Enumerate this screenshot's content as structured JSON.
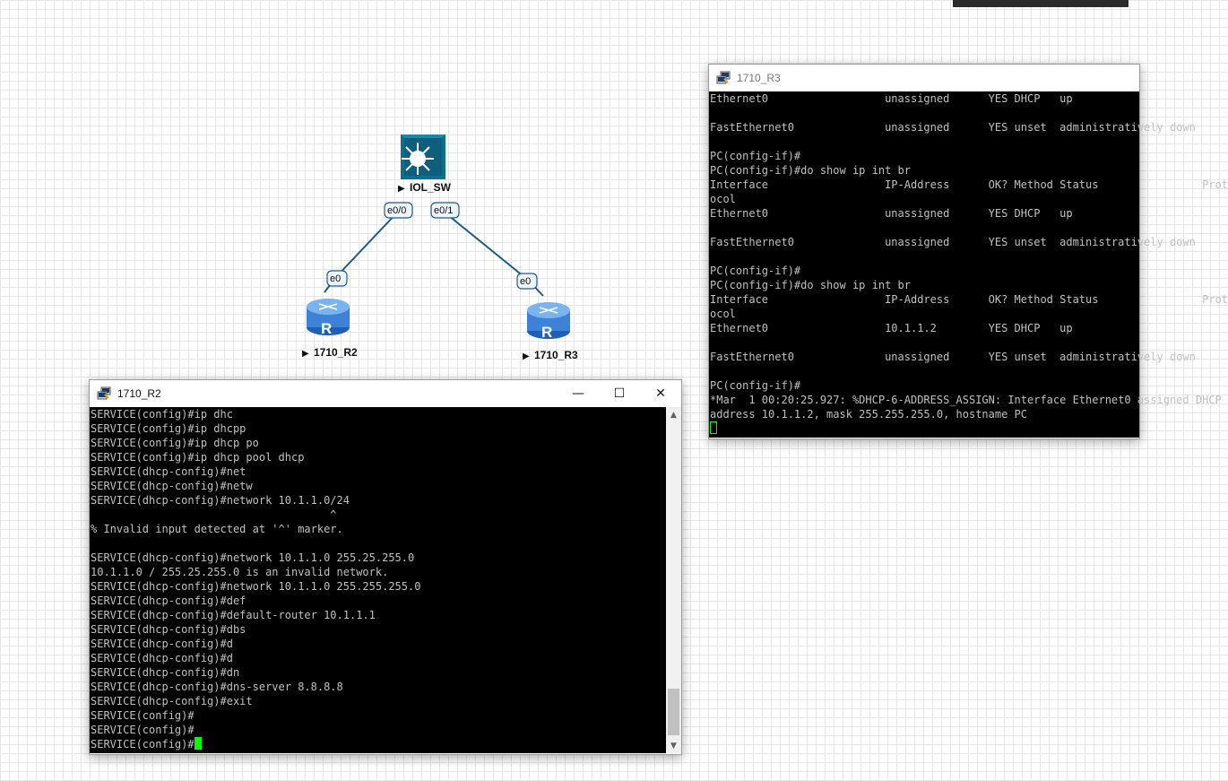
{
  "topology": {
    "nodes": {
      "switch": {
        "label": "IOL_SW",
        "icon": "multilayer-switch-icon"
      },
      "r2": {
        "label": "1710_R2",
        "icon": "router-icon"
      },
      "r3": {
        "label": "1710_R3",
        "icon": "router-icon"
      }
    },
    "ports": {
      "sw_e00": "e0/0",
      "sw_e01": "e0/1",
      "r2_e0": "e0",
      "r3_e0": "e0"
    },
    "router_glyph": "R",
    "link_color": "#1f5a85"
  },
  "windows": {
    "r2": {
      "title": "1710_R2",
      "controls": {
        "minimize": "—",
        "maximize": "☐",
        "close": "✕"
      },
      "lines": [
        "SERVICE(config)#ip dhc",
        "SERVICE(config)#ip dhcpp",
        "SERVICE(config)#ip dhcp po",
        "SERVICE(config)#ip dhcp pool dhcp",
        "SERVICE(dhcp-config)#net",
        "SERVICE(dhcp-config)#netw",
        "SERVICE(dhcp-config)#network 10.1.1.0/24",
        "                                     ^",
        "% Invalid input detected at '^' marker.",
        "",
        "SERVICE(dhcp-config)#network 10.1.1.0 255.25.255.0",
        "10.1.1.0 / 255.25.255.0 is an invalid network.",
        "SERVICE(dhcp-config)#network 10.1.1.0 255.255.255.0",
        "SERVICE(dhcp-config)#def",
        "SERVICE(dhcp-config)#default-router 10.1.1.1",
        "SERVICE(dhcp-config)#dbs",
        "SERVICE(dhcp-config)#d",
        "SERVICE(dhcp-config)#d",
        "SERVICE(dhcp-config)#dn",
        "SERVICE(dhcp-config)#dns-server 8.8.8.8",
        "SERVICE(dhcp-config)#exit",
        "SERVICE(config)#",
        "SERVICE(config)#"
      ],
      "prompt": "SERVICE(config)#"
    },
    "r3": {
      "title": "1710_R3",
      "lines": [
        "Ethernet0                  unassigned      YES DHCP   up",
        "",
        "FastEthernet0              unassigned      YES unset  administratively down",
        "",
        "PC(config-if)#",
        "PC(config-if)#do show ip int br",
        "Interface                  IP-Address      OK? Method Status                Prot",
        "ocol",
        "Ethernet0                  unassigned      YES DHCP   up",
        "",
        "FastEthernet0              unassigned      YES unset  administratively down",
        "",
        "PC(config-if)#",
        "PC(config-if)#do show ip int br",
        "Interface                  IP-Address      OK? Method Status                Prot",
        "ocol",
        "Ethernet0                  10.1.1.2        YES DHCP   up",
        "",
        "FastEthernet0              unassigned      YES unset  administratively down",
        "",
        "PC(config-if)#",
        "*Mar  1 00:20:25.927: %DHCP-6-ADDRESS_ASSIGN: Interface Ethernet0 assigned DHCP",
        "address 10.1.1.2, mask 255.255.255.0, hostname PC"
      ]
    }
  }
}
